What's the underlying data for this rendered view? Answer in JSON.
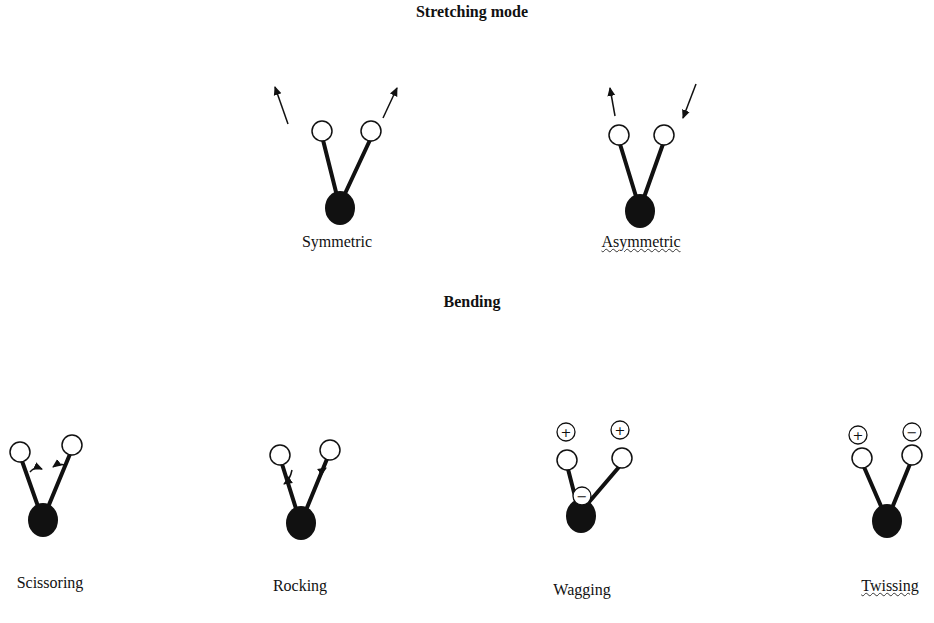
{
  "diagram": {
    "labels": [
      "Stretching mode",
      "Symmetric",
      "Asymmetric",
      "Bending",
      "Scissoring",
      "Rocking",
      "Wagging",
      "Twissing",
      "+",
      "+",
      "−",
      "+",
      "−"
    ]
  }
}
